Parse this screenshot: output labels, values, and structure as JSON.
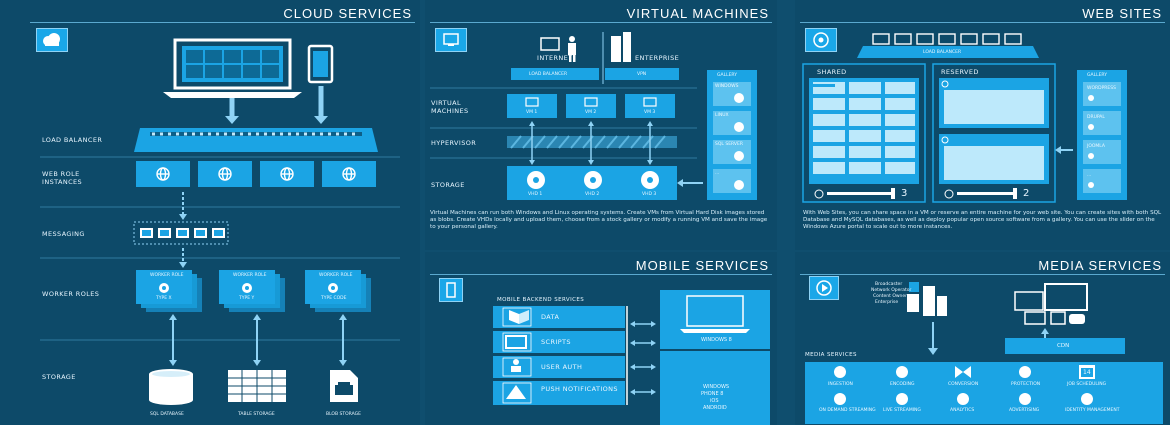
{
  "cloud": {
    "title": "CLOUD SERVICES",
    "labels": [
      "LOAD BALANCER",
      "WEB ROLE INSTANCES",
      "MESSAGING",
      "WORKER ROLES",
      "STORAGE"
    ],
    "worker_roles": [
      {
        "name": "WORKER ROLE",
        "type": "TYPE X"
      },
      {
        "name": "WORKER ROLE",
        "type": "TYPE Y"
      },
      {
        "name": "WORKER ROLE",
        "type": "TYPE CODE"
      }
    ],
    "storage": [
      "SQL DATABASE",
      "TABLE STORAGE",
      "BLOB STORAGE"
    ]
  },
  "vm": {
    "title": "VIRTUAL MACHINES",
    "internet": "INTERNET",
    "enterprise": "ENTERPRISE",
    "load_balancer": "LOAD BALANCER",
    "vpn": "VPN",
    "labels": [
      "VIRTUAL MACHINES",
      "HYPERVISOR",
      "STORAGE"
    ],
    "vms": [
      "VM 1",
      "VM 2",
      "VM 3"
    ],
    "vhds": [
      "VHD 1",
      "VHD 2",
      "VHD 3"
    ],
    "gallery": "GALLERY",
    "gallery_items": [
      "WINDOWS",
      "LINUX",
      "SQL SERVER",
      "..."
    ],
    "description": "Virtual Machines can run both Windows and Linux operating systems. Create VMs from Virtual Hard Disk images stored as blobs. Create VHDs locally and upload them, choose from a stock gallery or modify a running VM and save the image to your personal gallery."
  },
  "web": {
    "title": "WEB SITES",
    "load_balancer": "LOAD BALANCER",
    "shared": "SHARED",
    "reserved": "RESERVED",
    "gallery": "GALLERY",
    "gallery_items": [
      "WORDPRESS",
      "DRUPAL",
      "JOOMLA",
      "..."
    ],
    "shared_count": "3",
    "reserved_count": "2",
    "description": "With Web Sites, you can share space in a VM or reserve an entire machine for your web site. You can create sites with both SQL Database and MySQL databases, as well as deploy popular open source software from a gallery. You can use the slider on the Windows Azure portal to scale out to more instances."
  },
  "mobile": {
    "title": "MOBILE SERVICES",
    "backend_title": "MOBILE BACKEND SERVICES",
    "services": [
      "DATA",
      "SCRIPTS",
      "USER AUTH",
      "PUSH NOTIFICATIONS"
    ],
    "device1": "WINDOWS 8",
    "device2": [
      "WINDOWS",
      "PHONE 8",
      "iOS",
      "ANDROID"
    ]
  },
  "media": {
    "title": "MEDIA SERVICES",
    "sources": [
      "Broadcaster",
      "Network Operator",
      "Content Owner",
      "Enterprise"
    ],
    "cdn": "CDN",
    "section": "MEDIA SERVICES",
    "services": [
      "INGESTION",
      "ENCODING",
      "CONVERSION",
      "PROTECTION",
      "JOB SCHEDULING",
      "ON DEMAND STREAMING",
      "LIVE STREAMING",
      "ANALYTICS",
      "ADVERTISING",
      "IDENTITY MANAGEMENT"
    ],
    "date_badge": "14"
  },
  "colors": {
    "background": "#0d4a69",
    "accent": "#1ba4e4",
    "light": "#8fd3f5"
  }
}
